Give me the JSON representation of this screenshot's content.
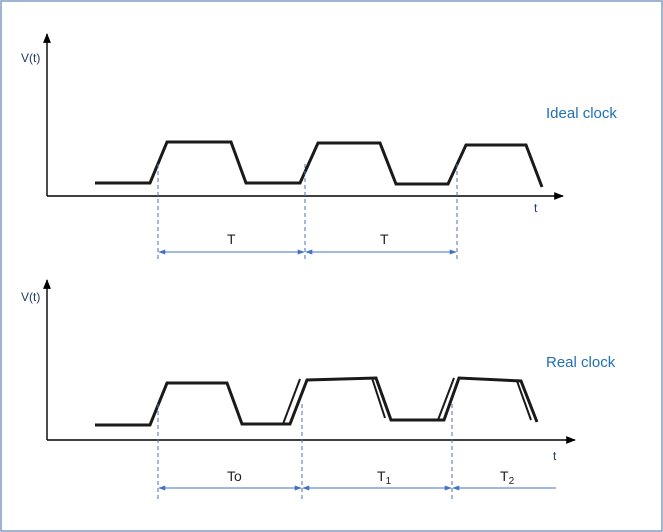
{
  "panels": {
    "ideal": {
      "ylabel": "V(t)",
      "xlabel": "t",
      "title": "Ideal  clock",
      "periods": [
        "T",
        "T"
      ]
    },
    "real": {
      "ylabel": "V(t)",
      "xlabel": "t",
      "title": "Real clock",
      "periods": [
        {
          "main": "T",
          "sub": "o"
        },
        {
          "main": "T",
          "sub": "1"
        },
        {
          "main": "T",
          "sub": "2"
        }
      ]
    }
  },
  "colors": {
    "waveform": "#1a1a1a",
    "dimension": "#4472c4",
    "title": "#1f6fb5",
    "border": "#7f9cc4"
  }
}
